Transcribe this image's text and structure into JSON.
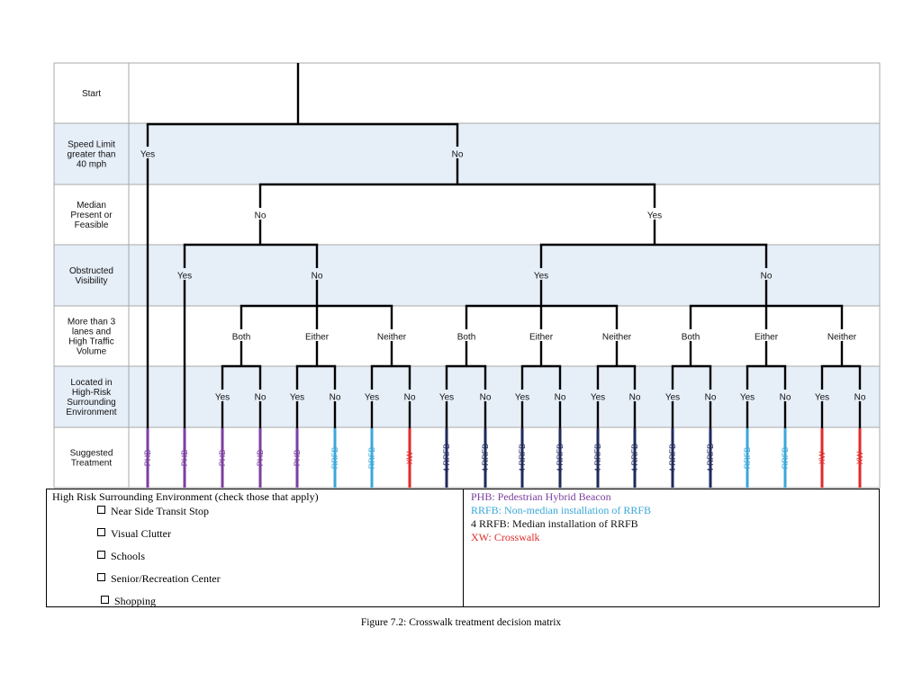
{
  "rows": [
    "Start",
    "Speed Limit|greater than|40 mph",
    "Median|Present or|Feasible",
    "Obstructed|Visibility",
    "More than 3|lanes and|High Traffic|Volume",
    "Located in|High-Risk|Surrounding|Environment",
    "Suggested|Treatment"
  ],
  "branch_labels": {
    "speed": [
      "Yes",
      "No"
    ],
    "median": [
      "No",
      "Yes"
    ],
    "obstructed": [
      "Yes",
      "No",
      "Yes",
      "No"
    ],
    "lanes": [
      "Both",
      "Either",
      "Neither",
      "Both",
      "Either",
      "Neither",
      "Both",
      "Either",
      "Neither"
    ],
    "risk": [
      "Yes",
      "No",
      "Yes",
      "No",
      "Yes",
      "No",
      "Yes",
      "No",
      "Yes",
      "No",
      "Yes",
      "No",
      "Yes",
      "No",
      "Yes",
      "No",
      "Yes",
      "No"
    ]
  },
  "treatments": [
    "PHB",
    "PHB",
    "PHB",
    "PHB",
    "PHB",
    "RRFB",
    "RRFB",
    "XW",
    "4 RRFB",
    "4 RRFB",
    "4 RRFB",
    "4 RRFB",
    "4 RRFB",
    "4 RRFB",
    "4 RRFB",
    "4 RRFB",
    "RRFB",
    "RRFB",
    "XW",
    "XW"
  ],
  "treatment_colors": {
    "PHB": "#7b3fa0",
    "RRFB": "#3aa7d9",
    "4 RRFB": "#1f2a5c",
    "XW": "#e02a2a"
  },
  "band_color": "#e6eef8",
  "high_risk": {
    "title": "High Risk Surrounding Environment (check those that apply)",
    "items": [
      "Near Side Transit Stop",
      "Visual Clutter",
      "Schools",
      "Senior/Recreation Center",
      "Shopping"
    ]
  },
  "key": [
    {
      "text": "PHB: Pedestrian Hybrid Beacon",
      "color": "#7b3fa0"
    },
    {
      "text": "RRFB: Non-median installation of RRFB",
      "color": "#3aa7d9"
    },
    {
      "text": "4 RRFB: Median installation of RRFB",
      "color": "#111111"
    },
    {
      "text": "XW: Crosswalk",
      "color": "#e02a2a"
    }
  ],
  "caption": "Figure 7.2:  Crosswalk treatment decision matrix"
}
